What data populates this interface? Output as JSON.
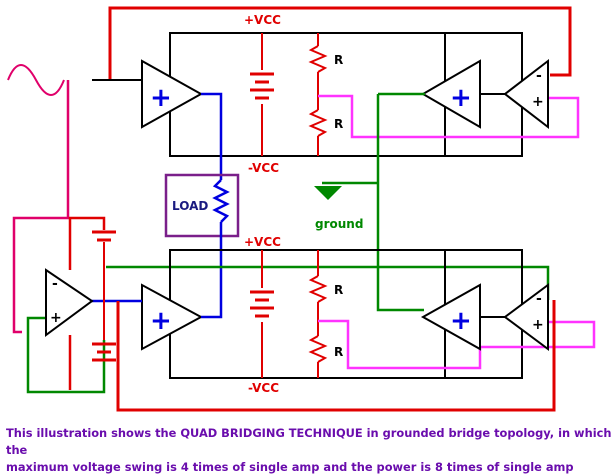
{
  "labels": {
    "vcc_pos": "+VCC",
    "vcc_neg": "-VCC",
    "resistor": "R",
    "load": "LOAD",
    "ground": "ground",
    "opamp_minus": "-",
    "opamp_plus": "+"
  },
  "caption": {
    "line1": "This illustration shows the QUAD BRIDGING TECHNIQUE in grounded bridge topology, in which the",
    "line2": "maximum voltage swing is 4 times of single amp and the power is 8 times of single amp"
  },
  "colors": {
    "supply_wire": "#e00000",
    "output_wire": "#0000e0",
    "feedback_wire": "#ff33ff",
    "ground_wire": "#008800",
    "input_wire": "#e0006a",
    "load_box": "#7a1f8a",
    "caption_text": "#6a0dad",
    "chassis": "#000000"
  }
}
